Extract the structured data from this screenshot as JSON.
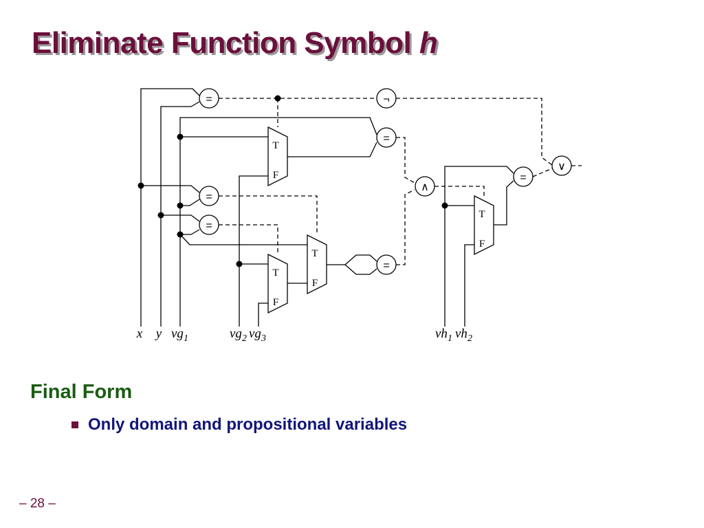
{
  "title": {
    "text": "Eliminate Function Symbol ",
    "italic": "h"
  },
  "diagram": {
    "ops": {
      "eq": "=",
      "not": "¬",
      "and": "∧",
      "or": "∨"
    },
    "mux": {
      "t": "T",
      "f": "F"
    },
    "vars": {
      "x": "x",
      "y": "y",
      "vg1": "vg",
      "vg1_sub": "1",
      "vg2": "vg",
      "vg2_sub": "2",
      "vg3": "vg",
      "vg3_sub": "3",
      "vh1": "vh",
      "vh1_sub": "1",
      "vh2": "vh",
      "vh2_sub": "2"
    }
  },
  "section": {
    "heading": "Final Form",
    "bullet": "Only domain and propositional variables"
  },
  "page_number": "– 28 –"
}
